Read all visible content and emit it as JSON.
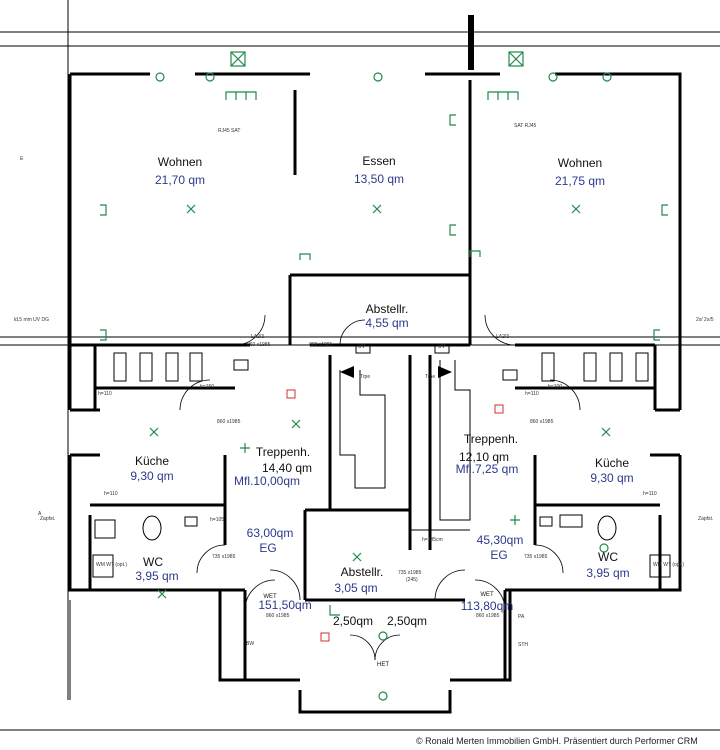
{
  "rooms": {
    "wohnen_left": {
      "name": "Wohnen",
      "area": "21,70 qm"
    },
    "essen": {
      "name": "Essen",
      "area": "13,50 qm"
    },
    "wohnen_right": {
      "name": "Wohnen",
      "area": "21,75 qm"
    },
    "abstellr_top": {
      "name": "Abstellr.",
      "area": "4,55 qm"
    },
    "kueche_left": {
      "name": "Küche",
      "area": "9,30 qm"
    },
    "kueche_right": {
      "name": "Küche",
      "area": "9,30 qm"
    },
    "treppenh_left": {
      "name": "Treppenh.",
      "area": "14,40 qm",
      "mfl": "Mfl.10,00qm"
    },
    "treppenh_right": {
      "name": "Treppenh.",
      "area": "12,10 qm",
      "mfl": "Mfl.7,25 qm"
    },
    "eg_left": {
      "area": "63,00qm",
      "label": "EG"
    },
    "eg_right": {
      "area": "45,30qm",
      "label": "EG"
    },
    "wc_left": {
      "name": "WC",
      "area": "3,95 qm"
    },
    "wc_right": {
      "name": "WC",
      "area": "3,95 qm"
    },
    "abstellr_bottom": {
      "name": "Abstellr.",
      "area": "3,05 qm"
    },
    "wet_left": {
      "name": "WET",
      "area": "151,50qm"
    },
    "wet_right": {
      "name": "WET",
      "area": "113,80qm"
    },
    "small_area_left": {
      "area": "2,50qm"
    },
    "small_area_right": {
      "area": "2,50qm"
    },
    "het": {
      "name": "HET"
    }
  },
  "annotations": {
    "rj45_left": "RJ45 SAT",
    "rj45_right": "SAT RJ45",
    "la_left": "LA2/3",
    "la_right": "LA2/3",
    "door_860": "860 x1985",
    "door_860b": "860 x1985",
    "door_860c": "860 x1985",
    "door_860d": "860 x1985",
    "door_735_left": "735 x1985",
    "door_735_right": "735 x1985",
    "door_735_bottom": "735 x1985",
    "door_245": "(245)",
    "door_860_wet": "860 x1985",
    "door_860_wet_r": "860 x1985",
    "treppe_left": "Trpe",
    "treppe_right": "Trpe",
    "h135": "h=135cm",
    "h110_left": "h=110",
    "h110_right": "h=110",
    "h110_k_left": "h=110",
    "h110_k_right": "h=110",
    "h150": "h=150",
    "h100": "h=100",
    "h105": "h=105",
    "zapfst_left": "Zapfst.",
    "zapfst_right": "Zapfst.",
    "wm_left": "WM\nWT\n(opt.)",
    "wm_right": "WM\nWT\n(opt.)",
    "side_note_left": "ld,5 mm UV DG",
    "side_note_right": "2x/ 2x/5",
    "bw_left": "BW",
    "sth_right": "STH",
    "pa_right": "PA",
    "uv_left": "UV",
    "uv_right": "UV",
    "label_e": "E",
    "label_a": "A"
  },
  "copyright": "© Ronald Merten Immobilien GmbH. Präsentiert durch Performer CRM",
  "colors": {
    "wall": "#000000",
    "symbol": "#1f8a4c",
    "area_text": "#2d3a8c",
    "fire": "#d32f2f"
  }
}
